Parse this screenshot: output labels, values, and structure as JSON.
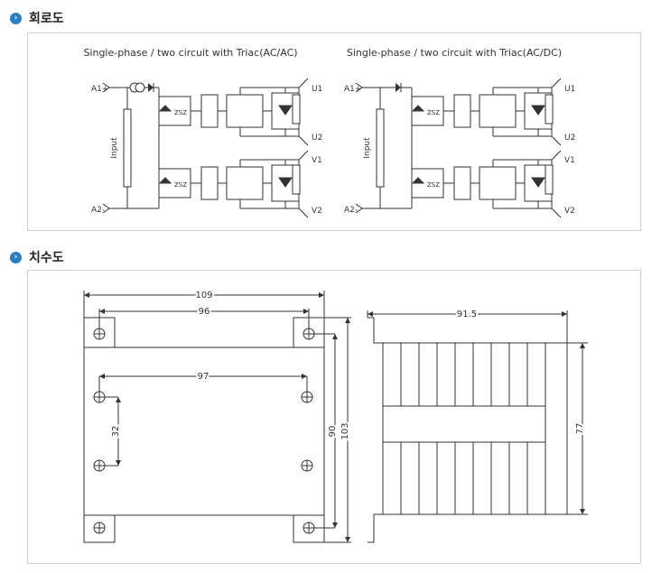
{
  "sections": {
    "circuit_title": "회로도",
    "dimension_title": "치수도"
  },
  "circuit": {
    "left_title": "Single-phase / two circuit  with Triac(AC/AC)",
    "right_title": "Single-phase / two circuit  with Triac(AC/DC)",
    "input_label": "Input",
    "a1": "A1+",
    "a2": "A2-",
    "u1": "U1",
    "u2": "U2",
    "v1": "V1",
    "v2": "V2",
    "zsz": "ZSZ"
  },
  "dimensions": {
    "d109": "109",
    "d96": "96",
    "d97": "97",
    "d32": "32",
    "d90": "90",
    "d103": "103",
    "d91_5": "91.5",
    "d77": "77"
  }
}
